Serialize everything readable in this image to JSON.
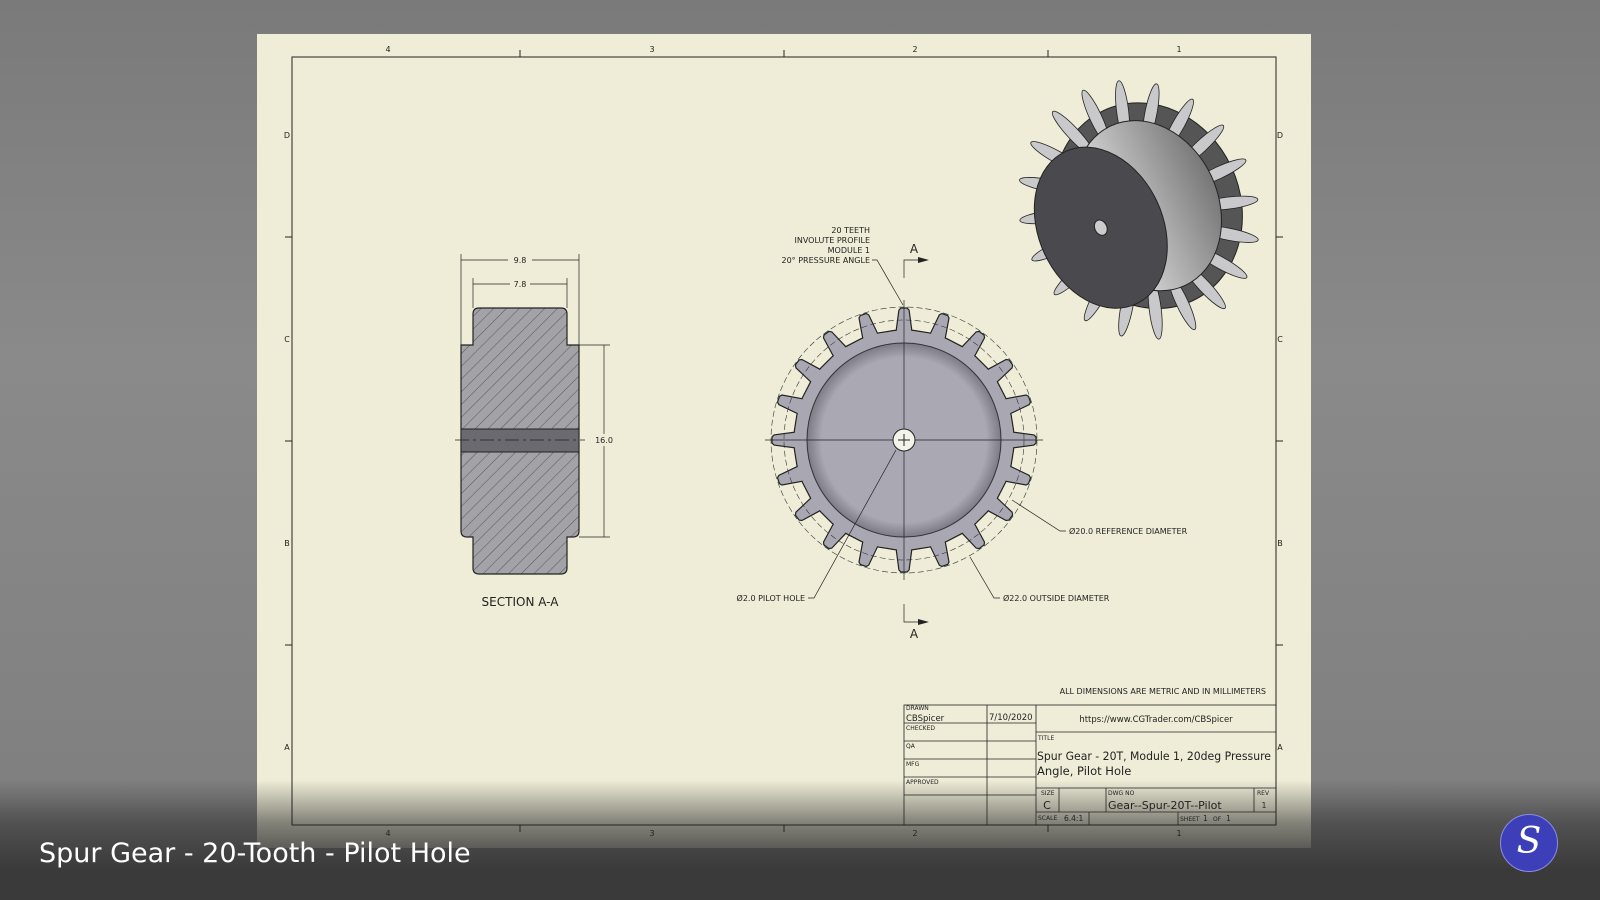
{
  "caption": "Spur Gear - 20-Tooth - Pilot Hole",
  "logo_letter": "S",
  "colors": {
    "paper": "#efedd7",
    "gear_face": "#a9a7b2",
    "gear_dark": "#4a4a4e",
    "logo": "#3d3fb8"
  },
  "drawing": {
    "zone_columns": [
      "4",
      "3",
      "2",
      "1"
    ],
    "zone_rows": [
      "D",
      "C",
      "B",
      "A"
    ],
    "section": {
      "label": "SECTION A-A",
      "dim_outer": "9.8",
      "dim_hub": "7.8",
      "dim_height": "16.0"
    },
    "front_view": {
      "note": [
        "20 TEETH",
        "INVOLUTE PROFILE",
        "MODULE 1",
        "20° PRESSURE ANGLE"
      ],
      "section_marker": "A",
      "pilot_hole": "Ø2.0 PILOT HOLE",
      "reference_diameter": "Ø20.0 REFERENCE DIAMETER",
      "outside_diameter": "Ø22.0 OUTSIDE DIAMETER",
      "teeth": 20
    },
    "units_note": "ALL DIMENSIONS ARE METRIC AND IN MILLIMETERS"
  },
  "title_block": {
    "drawn_label": "DRAWN",
    "drawn_by": "CBSpicer",
    "drawn_date": "7/10/2020",
    "checked_label": "CHECKED",
    "qa_label": "QA",
    "mfg_label": "MFG",
    "approved_label": "APPROVED",
    "url": "https://www.CGTrader.com/CBSpicer",
    "title_label": "TITLE",
    "title_line1": "Spur Gear - 20T, Module 1, 20deg Pressure",
    "title_line2": "Angle, Pilot Hole",
    "size_label": "SIZE",
    "size": "C",
    "dwg_label": "DWG NO",
    "dwg_no": "Gear--Spur-20T--Pilot",
    "rev_label": "REV",
    "rev": "1",
    "scale_label": "SCALE",
    "scale": "6.4:1",
    "sheet_label": "SHEET",
    "sheet": "1",
    "of_label": "OF",
    "sheet_total": "1"
  }
}
